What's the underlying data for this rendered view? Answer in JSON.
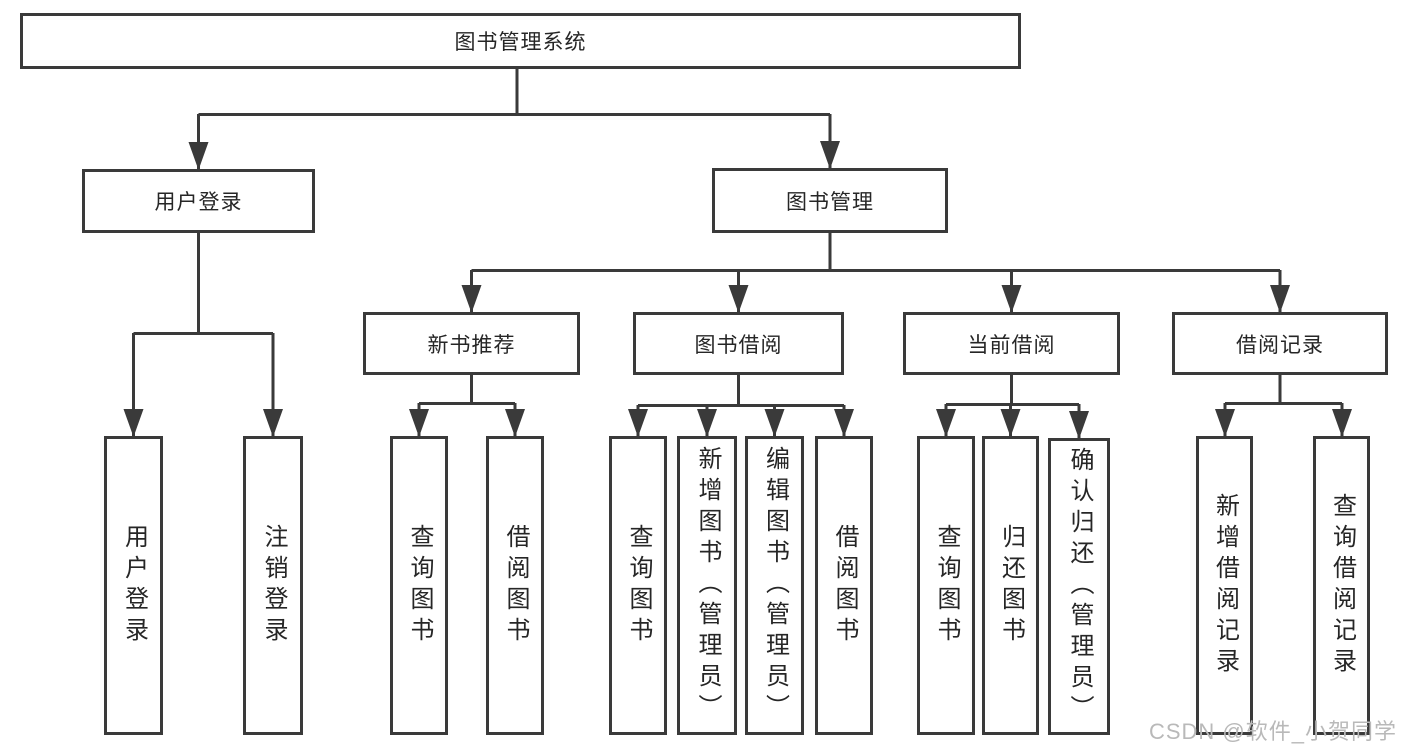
{
  "diagram": {
    "root_label": "图书管理系统",
    "level2": {
      "user_login": "用户登录",
      "book_management": "图书管理"
    },
    "level3": {
      "new_book_recommend": "新书推荐",
      "book_borrowing": "图书借阅",
      "current_borrowing": "当前借阅",
      "borrowing_records": "借阅记录"
    },
    "leaves": {
      "user_login": [
        "用户登录",
        "注销登录"
      ],
      "new_book_recommend": [
        "查询图书",
        "借阅图书"
      ],
      "book_borrowing": [
        "查询图书",
        "新增图书（管理员）",
        "编辑图书（管理员）",
        "借阅图书"
      ],
      "current_borrowing": [
        "查询图书",
        "归还图书",
        "确认归还（管理员）"
      ],
      "borrowing_records": [
        "新增借阅记录",
        "查询借阅记录"
      ]
    }
  },
  "colors": {
    "line": "#3a3a3a",
    "box_border": "#3a3a3a",
    "text": "#262626",
    "background": "#ffffff",
    "watermark": "#b9b9b9"
  },
  "watermark": {
    "text": "CSDN @软件_小贺同学"
  }
}
